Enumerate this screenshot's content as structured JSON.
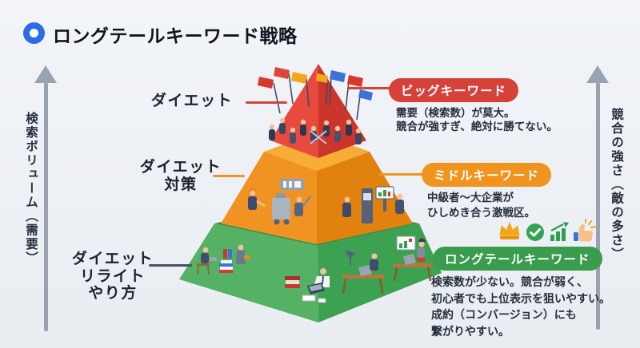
{
  "header": {
    "title": "ロングテールキーワード戦略"
  },
  "axis_left": {
    "label": "検索ボリューム（需要）"
  },
  "axis_right": {
    "label": "競合の強さ（敵の多さ）"
  },
  "tiers": {
    "big": {
      "keyword_lines": [
        "ダイエット"
      ],
      "pill": "ビッグキーワード",
      "desc_lines": [
        "需要（検索数）が莫大。",
        "競合が強すぎ、絶対に勝てない。"
      ],
      "color": "#d6413a"
    },
    "middle": {
      "keyword_lines": [
        "ダイエット",
        "対策"
      ],
      "pill": "ミドルキーワード",
      "desc_lines": [
        "中級者〜大企業が",
        "ひしめき合う激戦区。"
      ],
      "color": "#f0941f"
    },
    "long": {
      "keyword_lines": [
        "ダイエット",
        "リライト",
        "やり方"
      ],
      "pill": "ロングテールキーワード",
      "desc_lines": [
        "検索数が少ない。競合が弱く、",
        "初心者でも上位表示を狙いやすい。",
        "成約（コンバージョン）にも",
        "繋がりやすい。"
      ],
      "color": "#3a9c4d",
      "icons": [
        "crown-icon",
        "check-icon",
        "chart-up-icon",
        "thumbs-up-icon"
      ]
    }
  },
  "colors": {
    "accent_blue": "#2b6ce6",
    "arrow_gray": "#98a3b1",
    "pyramid_red": "#e94a3e",
    "pyramid_orange": "#f09322",
    "pyramid_green": "#55b264",
    "background": "#edf0f4"
  }
}
